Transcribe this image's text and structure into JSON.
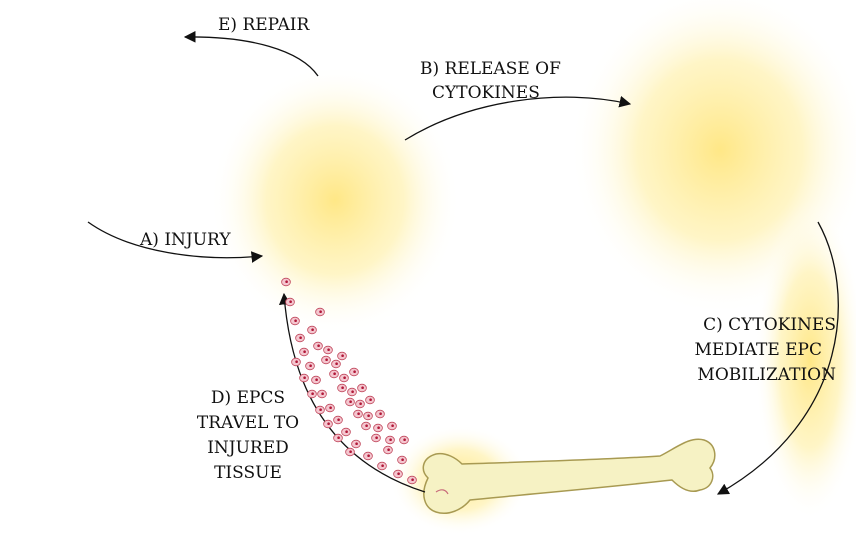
{
  "labels": {
    "repair": "E) REPAIR",
    "release_line1": "B) RELEASE OF",
    "release_line2": "CYTOKINES",
    "injury": "A) INJURY",
    "mediate_line1": "C) CYTOKINES",
    "mediate_line2": "MEDIATE EPC",
    "mediate_line3": "MOBILIZATION",
    "travel_line1": "D) EPCS",
    "travel_line2": "TRAVEL TO",
    "travel_line3": "INJURED",
    "travel_line4": "TISSUE"
  },
  "colors": {
    "myocardium": "#b5162a",
    "speckle": "#5a4f9c",
    "vessel": "#9c85c8",
    "vessel_edge": "#5d4c8f",
    "chamber": "#ffffff",
    "glow": "#ffe680",
    "bone": "#f6f2c4",
    "bone_edge": "#a89a52",
    "cell_fill": "#f4c6cf",
    "cell_nucleus": "#b01838",
    "arrow": "#111111"
  }
}
